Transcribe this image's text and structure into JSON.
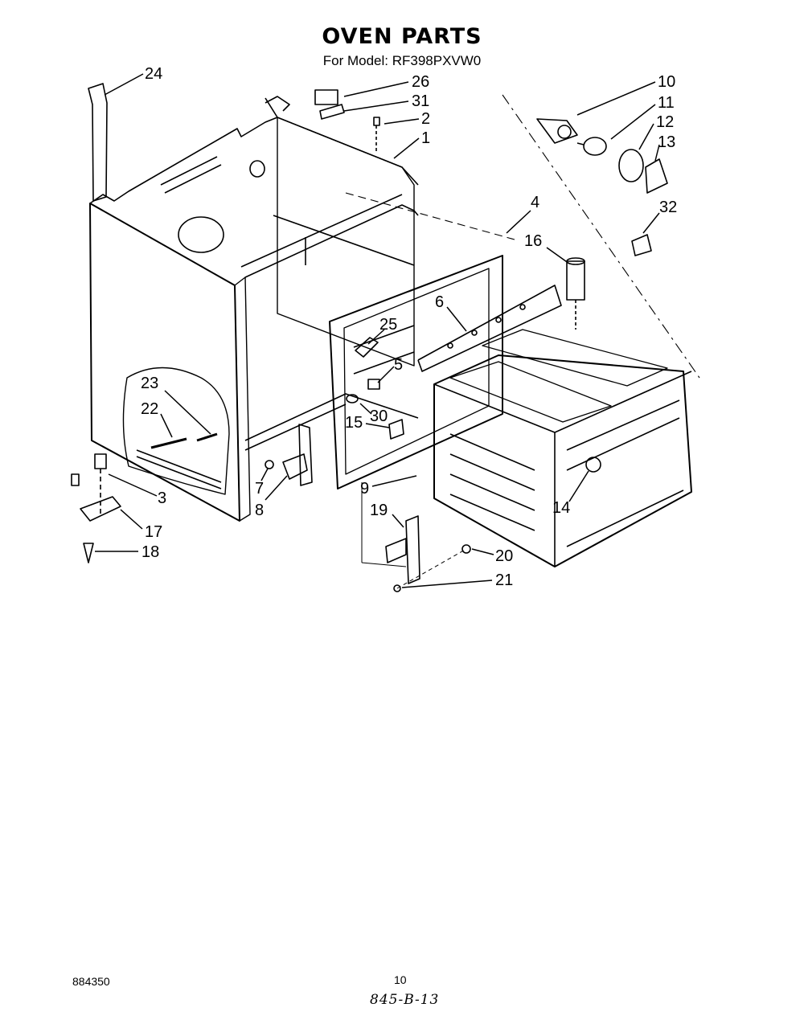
{
  "header": {
    "title": "OVEN PARTS",
    "subtitle": "For Model: RF398PXVW0"
  },
  "callouts": {
    "c1": "1",
    "c2": "2",
    "c3": "3",
    "c4": "4",
    "c5": "5",
    "c6": "6",
    "c7": "7",
    "c8": "8",
    "c9": "9",
    "c10": "10",
    "c11": "11",
    "c12": "12",
    "c13": "13",
    "c14": "14",
    "c15": "15",
    "c16": "16",
    "c17": "17",
    "c18": "18",
    "c19": "19",
    "c20": "20",
    "c21": "21",
    "c22": "22",
    "c23": "23",
    "c24": "24",
    "c25": "25",
    "c26": "26",
    "c30": "30",
    "c31": "31",
    "c32": "32"
  },
  "footer": {
    "doc_number": "884350",
    "page_number": "10",
    "handwritten_code": "845-B-13"
  }
}
